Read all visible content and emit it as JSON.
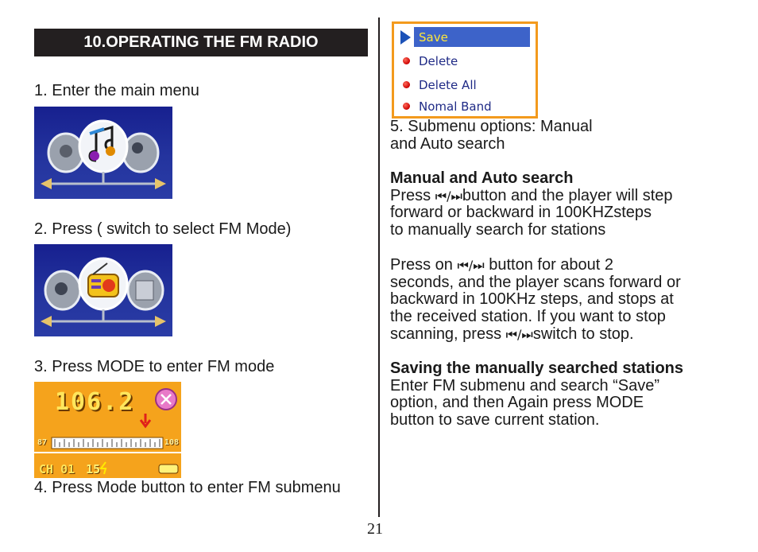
{
  "section_title": "10.OPERATING THE FM RADIO",
  "steps": [
    "1. Enter the main menu",
    "2. Press ( switch to select FM Mode)",
    "3. Press MODE to enter FM mode",
    "4. Press Mode button to enter FM submenu"
  ],
  "fm_screen": {
    "frequency": "106.2",
    "scale_min": "87",
    "scale_max": "108",
    "channel": "CH 01",
    "volume": "15"
  },
  "submenu": {
    "items": [
      "Save",
      "Delete",
      "Delete All",
      "Nomal Band"
    ],
    "selected_index": 0
  },
  "step5_lines": [
    "5. Submenu options: Manual",
    "and Auto search"
  ],
  "manual_auto": {
    "heading": "Manual and Auto search",
    "p1": {
      "line1_pre": "Press ",
      "symbol": "⏮/⏭",
      "line1_post": "button and the player will step",
      "lines": [
        "forward or backward in 100KHZsteps",
        "to manually search for stations"
      ]
    },
    "p2": {
      "line1_pre": "Press on ",
      "symbol": "⏮/⏭",
      "line1_post": " button for about 2",
      "lines": [
        "seconds, and the player scans forward or",
        "backward in 100KHz steps, and stops at",
        "the received station. If you want to stop"
      ],
      "last_pre": "scanning, press ",
      "last_symbol": "⏮/⏭",
      "last_post": "switch to stop."
    }
  },
  "saving": {
    "heading": "Saving the manually searched stations",
    "lines": [
      "Enter FM submenu and search “Save”",
      "option, and then Again press MODE",
      "button to save current station."
    ]
  },
  "page_number": "21",
  "colors": {
    "title_bg": "#231f20",
    "screen_blue": "#1f2d99",
    "fm_orange": "#f5a31c",
    "submenu_border": "#f39a1d",
    "submenu_highlight": "#3d63c9",
    "submenu_text": "#1f2a86"
  },
  "icons": {
    "menu_center_1": "music-notes-icon",
    "menu_center_2": "radio-icon",
    "fm_badge": "fm-logo-icon",
    "submenu_pointer": "triangle-right-icon",
    "submenu_bullet": "red-dot-icon"
  }
}
